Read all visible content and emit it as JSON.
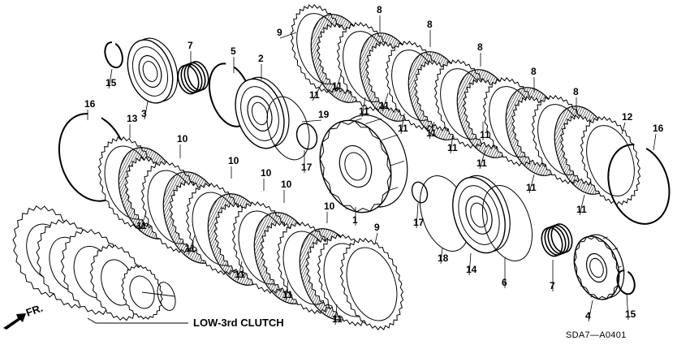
{
  "diagram": {
    "caption": "LOW-3rd CLUTCH",
    "direction_label": "FR.",
    "drawing_code": "SDA7—A0401",
    "callouts": [
      "1",
      "2",
      "3",
      "4",
      "5",
      "6",
      "7",
      "7",
      "8",
      "8",
      "8",
      "8",
      "8",
      "9",
      "9",
      "10",
      "10",
      "10",
      "10",
      "10",
      "11",
      "11",
      "11",
      "11",
      "11",
      "11",
      "11",
      "11",
      "11",
      "11",
      "11",
      "11",
      "11",
      "11",
      "11",
      "11",
      "12",
      "13",
      "14",
      "15",
      "15",
      "16",
      "16",
      "17",
      "17",
      "18",
      "19"
    ]
  }
}
